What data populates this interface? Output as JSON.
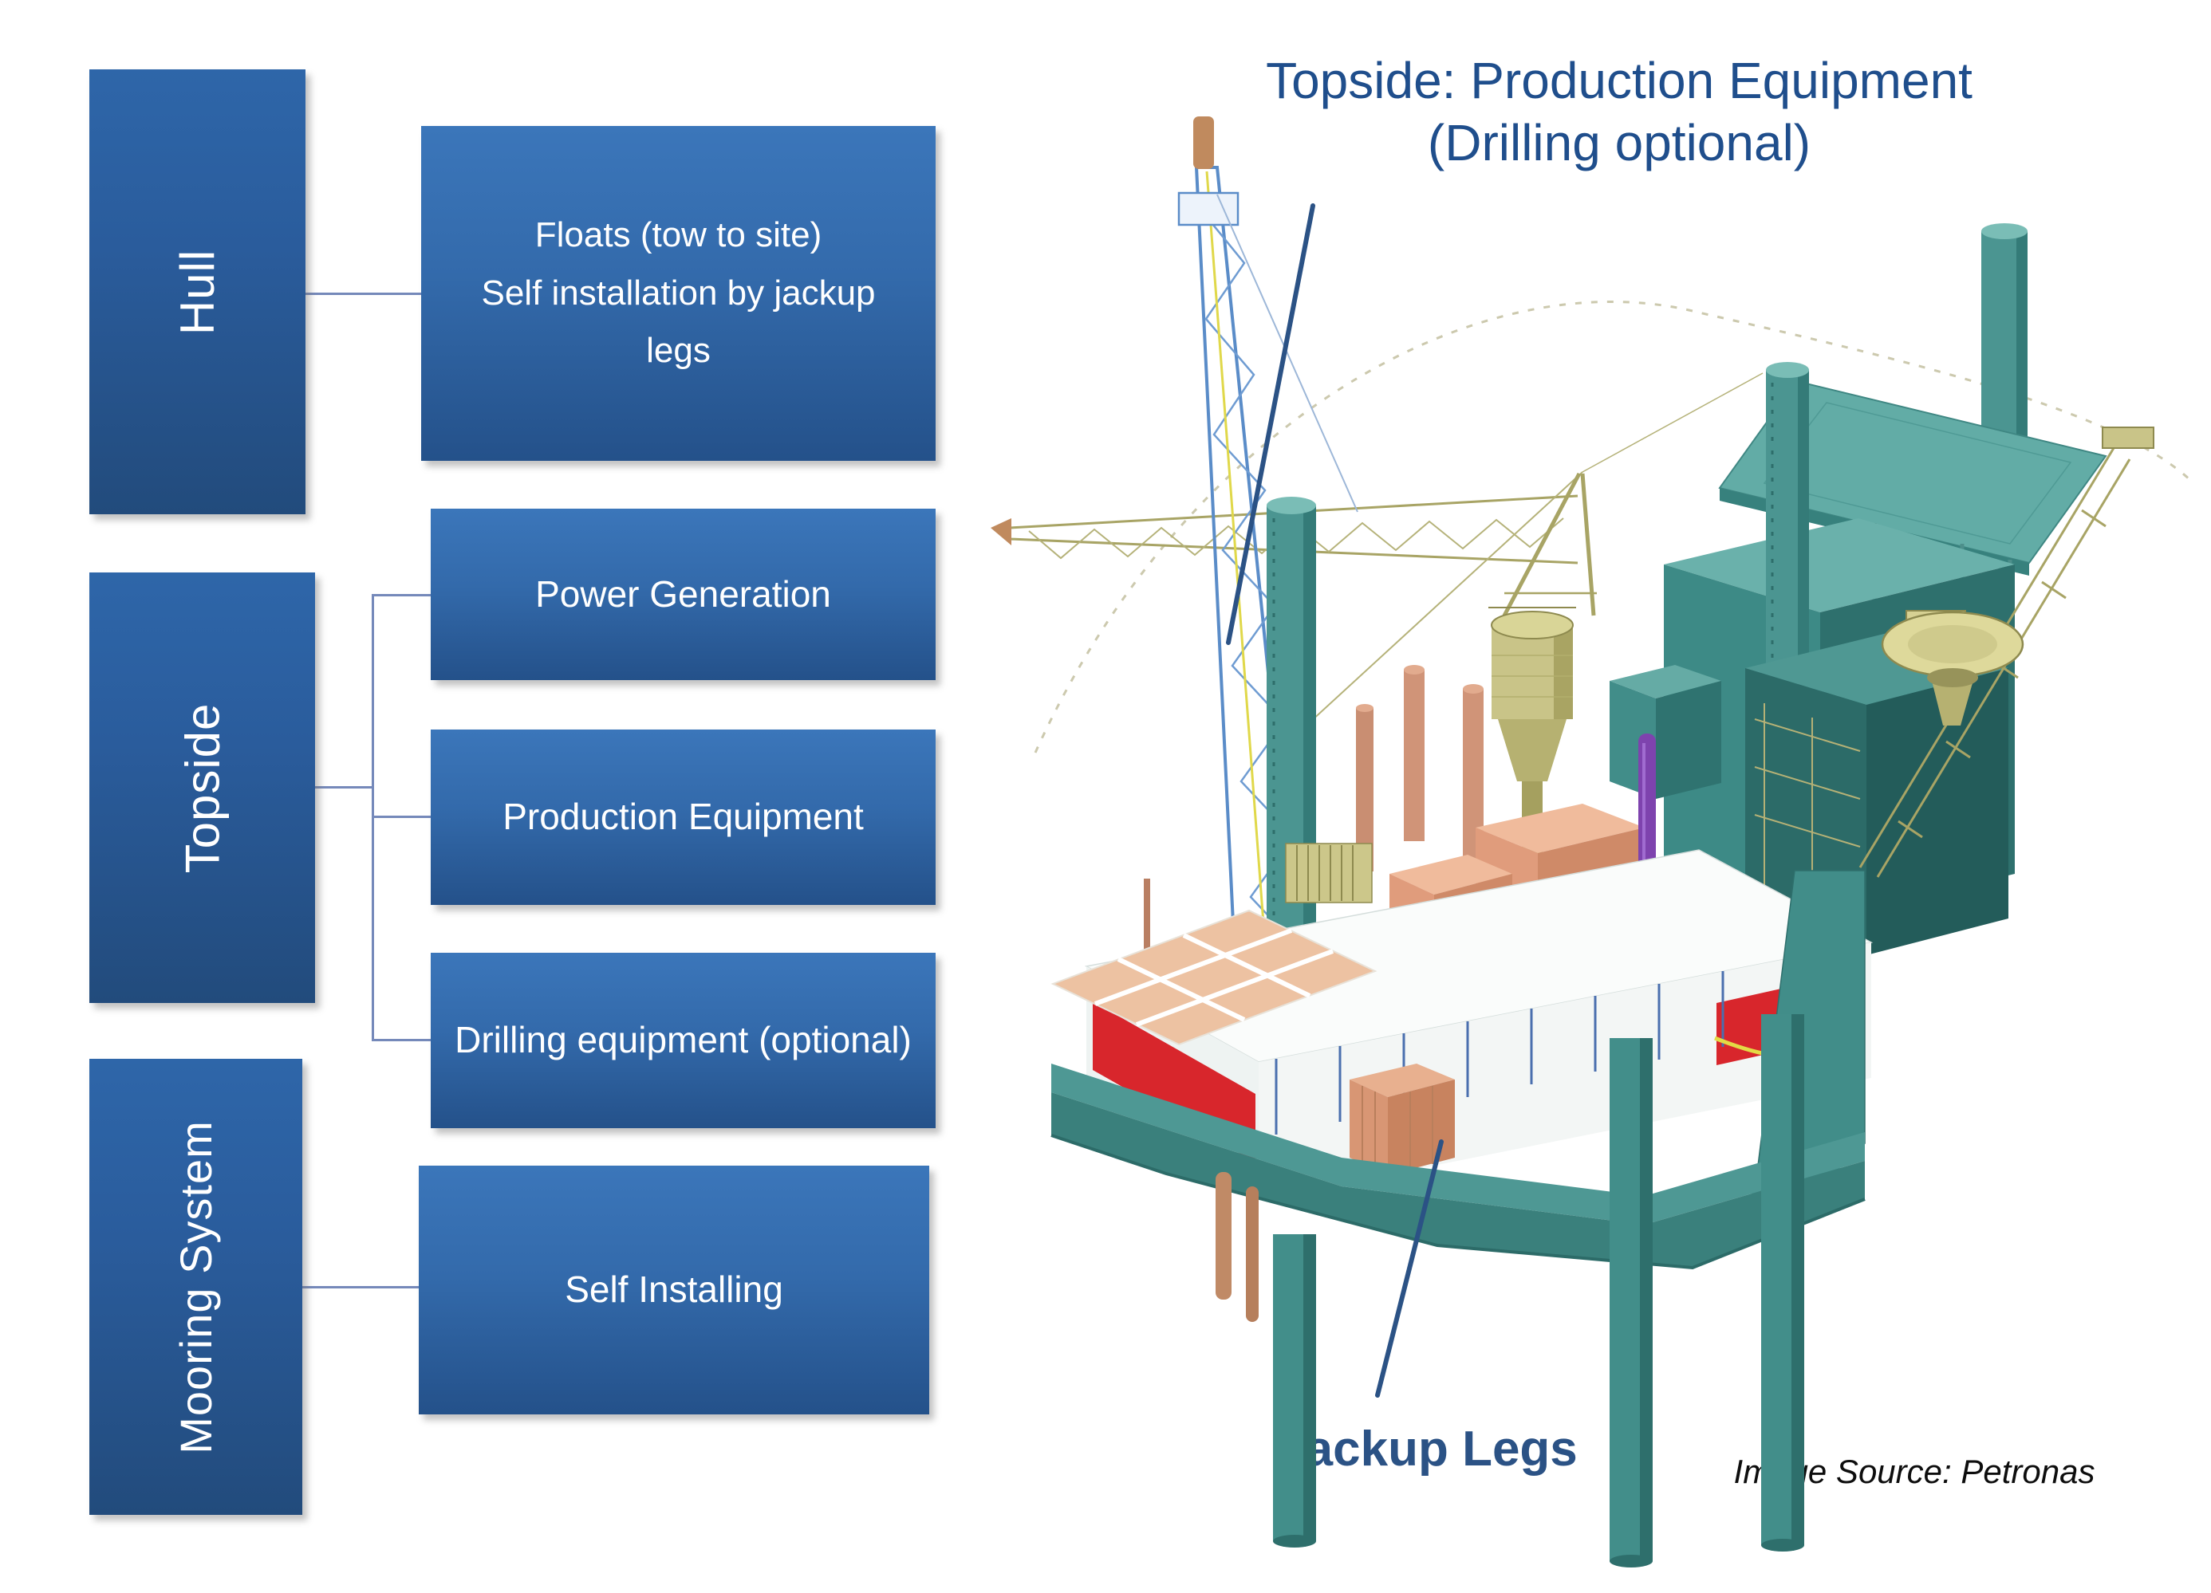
{
  "diagram": {
    "hull_label": "Hull",
    "hull_child_line1": "Floats (tow to site)",
    "hull_child_line2": "Self installation by jackup legs",
    "topside_label": "Topside",
    "topside_child1": "Power Generation",
    "topside_child2": "Production Equipment",
    "topside_child3": "Drilling equipment (optional)",
    "mooring_label": "Mooring System",
    "mooring_child1": "Self Installing"
  },
  "annotations": {
    "title_line1": "Topside: Production Equipment",
    "title_line2": "(Drilling optional)",
    "jackup_label": "Jackup Legs",
    "image_credit": "Image Source: Petronas"
  },
  "colors": {
    "parent_block_top": "#2e66a9",
    "parent_block_bottom": "#224b7c",
    "child_block_top": "#3b76ba",
    "child_block_bottom": "#24518a",
    "connector": "#7589ba",
    "annotation_text": "#1f4e8c",
    "pointer_line": "#2b5285",
    "platform_teal": "#4e9894",
    "platform_teal_dark": "#2e706d",
    "platform_salmon": "#d09478",
    "platform_khaki": "#c9c488",
    "platform_red": "#d8262c",
    "platform_purple": "#7e43ae",
    "crane_blue": "#5a8cc8"
  }
}
